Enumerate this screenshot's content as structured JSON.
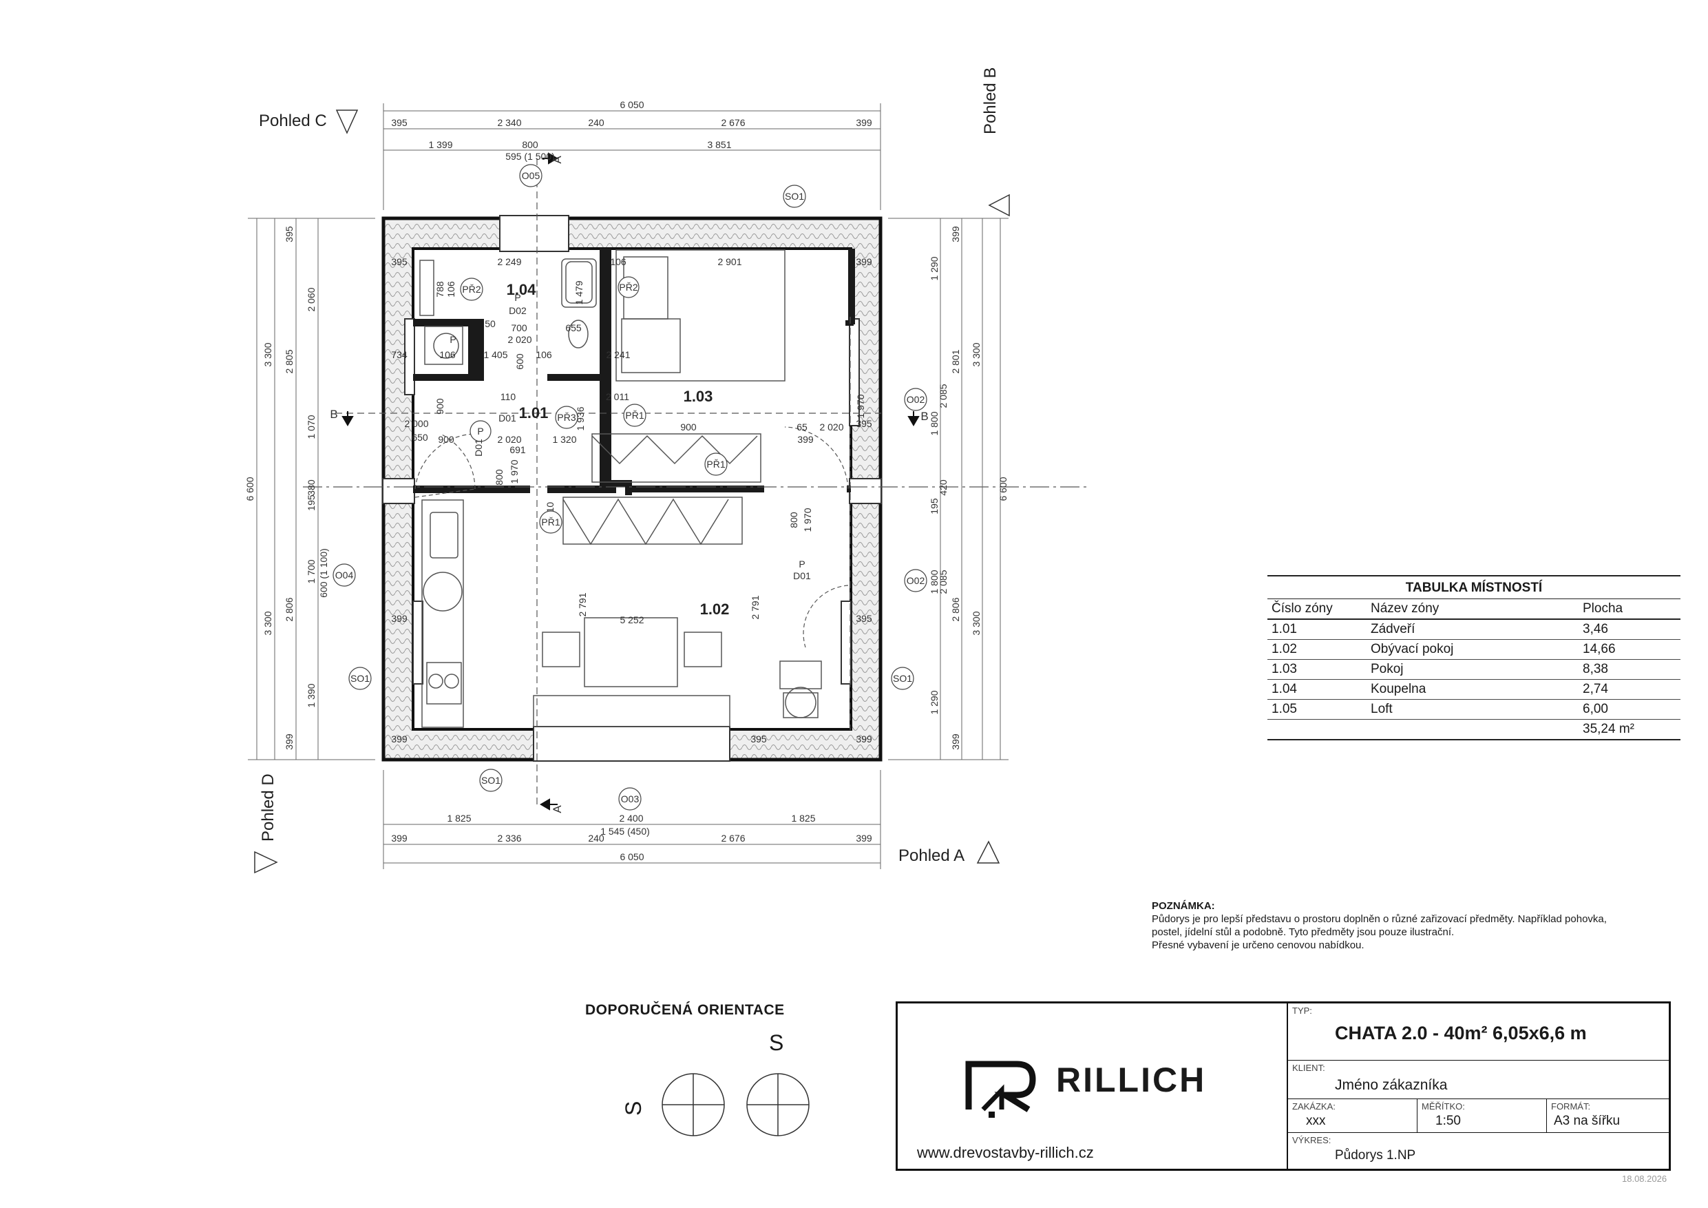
{
  "views": {
    "c": "Pohled C",
    "b": "Pohled B",
    "d": "Pohled D",
    "a": "Pohled A"
  },
  "rooms": [
    {
      "code": "1.04"
    },
    {
      "code": "1.01"
    },
    {
      "code": "1.03"
    },
    {
      "code": "1.02"
    }
  ],
  "dims": {
    "top_total": "6 050",
    "top_row1": [
      "395",
      "2 340",
      "240",
      "2 676",
      "399"
    ],
    "top_row2": [
      "1 399",
      "800",
      "3 851"
    ],
    "top_window": "595 (1 500)",
    "bottom_row1": [
      "1 825",
      "2 400",
      "1 825"
    ],
    "bottom_window": "1 545 (450)",
    "bottom_row2": [
      "399",
      "2 336",
      "240",
      "2 676",
      "399"
    ],
    "bottom_total": "6 050",
    "left_total": "6 600",
    "left_a": [
      "3 300",
      "3 300"
    ],
    "left_b": [
      "395",
      "2 805",
      "2 806",
      "399"
    ],
    "left_c": [
      "2 060",
      "1 070",
      "195",
      "1 700",
      "1 390"
    ],
    "left_d": [
      "380",
      "600 (1 100)"
    ],
    "right_total": "6 600",
    "right_a": [
      "3 300",
      "3 300"
    ],
    "right_b": [
      "399",
      "2 801",
      "2 806",
      "399"
    ],
    "right_c": [
      "1 290",
      "1 800",
      "195",
      "1 800",
      "1 290"
    ],
    "right_d": [
      "2 085",
      "420",
      "2 085"
    ],
    "inner": [
      "395",
      "2 249",
      "106",
      "2 901",
      "399",
      "788",
      "106",
      "700",
      "655",
      "2 020",
      "1 479",
      "734",
      "106",
      "1 405",
      "106",
      "2 241",
      "110",
      "2 011",
      "900",
      "2 000",
      "650",
      "900",
      "2 020",
      "691",
      "1 320",
      "1 936",
      "900",
      "65",
      "2 020",
      "399",
      "395",
      "1 970",
      "600",
      "800",
      "1 970",
      "110",
      "800",
      "1 970",
      "2 791",
      "5 252",
      "2 791",
      "399",
      "395",
      "399",
      "395",
      "399",
      "50"
    ]
  },
  "tags": {
    "pr1": "PŘ1",
    "pr2": "PŘ2",
    "pr3": "PŘ3",
    "p": "P",
    "d01": "D01",
    "d02": "D02",
    "o02": "O02",
    "o03": "O03",
    "o04": "O04",
    "o05": "O05",
    "so1": "SO1",
    "a": "A",
    "b": "B"
  },
  "room_table": {
    "title": "TABULKA MÍSTNOSTÍ",
    "headers": [
      "Číslo zóny",
      "Název zóny",
      "Plocha"
    ],
    "rows": [
      [
        "1.01",
        "Zádveří",
        "3,46"
      ],
      [
        "1.02",
        "Obývací pokoj",
        "14,66"
      ],
      [
        "1.03",
        "Pokoj",
        "8,38"
      ],
      [
        "1.04",
        "Koupelna",
        "2,74"
      ],
      [
        "1.05",
        "Loft",
        "6,00"
      ]
    ],
    "total": "35,24 m²"
  },
  "note": {
    "title": "POZNÁMKA:",
    "lines": [
      "Půdorys je pro lepší představu o prostoru doplněn o různé zařizovací předměty. Například pohovka,",
      "postel, jídelní stůl a podobně. Tyto předměty jsou pouze ilustrační.",
      "Přesné vybavení je určeno cenovou nabídkou."
    ]
  },
  "orientation": {
    "title": "DOPORUČENÁ ORIENTACE",
    "s1": "S",
    "s2": "S"
  },
  "titleblock": {
    "brand": "RILLICH",
    "web": "www.drevostavby-rillich.cz",
    "typ_label": "TYP:",
    "typ": "CHATA 2.0 - 40m² 6,05x6,6 m",
    "klient_label": "KLIENT:",
    "klient": "Jméno zákazníka",
    "zakazka_label": "ZAKÁZKA:",
    "zakazka": "xxx",
    "meritko_label": "MĚŘÍTKO:",
    "meritko": "1:50",
    "format_label": "FORMÁT:",
    "format": "A3 na šířku",
    "vykres_label": "VÝKRES:",
    "vykres": "Půdorys 1.NP"
  },
  "date": "18.08.2026",
  "colors": {
    "wall": "#1a1a1a",
    "insulation": "#e8e8e8",
    "dim": "#555555"
  }
}
